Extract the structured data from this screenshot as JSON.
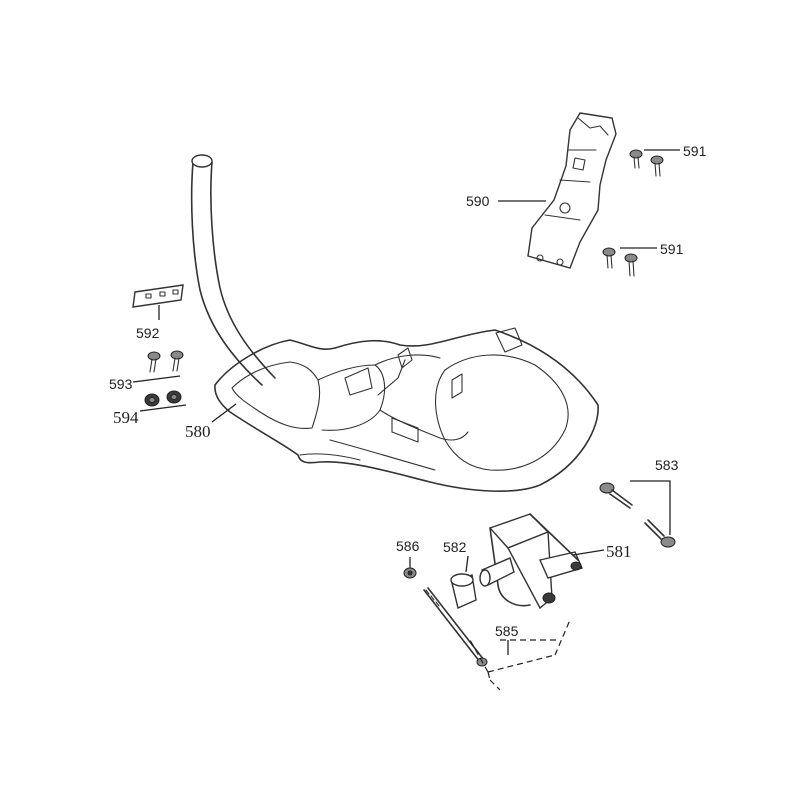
{
  "callouts": {
    "c580": "580",
    "c581": "581",
    "c582": "582",
    "c583": "583",
    "c585": "585",
    "c586": "586",
    "c590": "590",
    "c591a": "591",
    "c591b": "591",
    "c592": "592",
    "c593": "593",
    "c594": "594"
  }
}
